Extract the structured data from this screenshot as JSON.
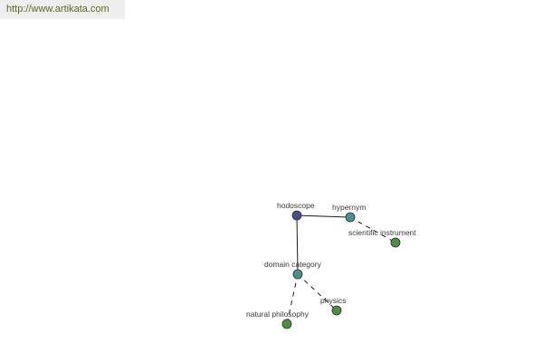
{
  "site": {
    "url": "http://www.artikata.com"
  },
  "graph": {
    "colors": {
      "root": "#4a4e8f",
      "relation": "#4f8f8f",
      "leaf": "#4e8f45"
    },
    "nodes": {
      "hodoscope": {
        "label": "hodoscope",
        "kind": "root"
      },
      "hypernym": {
        "label": "hypernym",
        "kind": "relation"
      },
      "scientific_instrument": {
        "label": "scientific instrument",
        "kind": "leaf"
      },
      "domain_category": {
        "label": "domain category",
        "kind": "relation"
      },
      "physics": {
        "label": "physics",
        "kind": "leaf"
      },
      "natural_philosophy": {
        "label": "natural philosophy",
        "kind": "leaf"
      }
    },
    "edges": [
      {
        "from": "hodoscope",
        "to": "hypernym",
        "style": "solid"
      },
      {
        "from": "hypernym",
        "to": "scientific_instrument",
        "style": "dashed"
      },
      {
        "from": "hodoscope",
        "to": "domain_category",
        "style": "solid"
      },
      {
        "from": "domain_category",
        "to": "physics",
        "style": "dashed"
      },
      {
        "from": "domain_category",
        "to": "natural_philosophy",
        "style": "dashed"
      }
    ]
  }
}
